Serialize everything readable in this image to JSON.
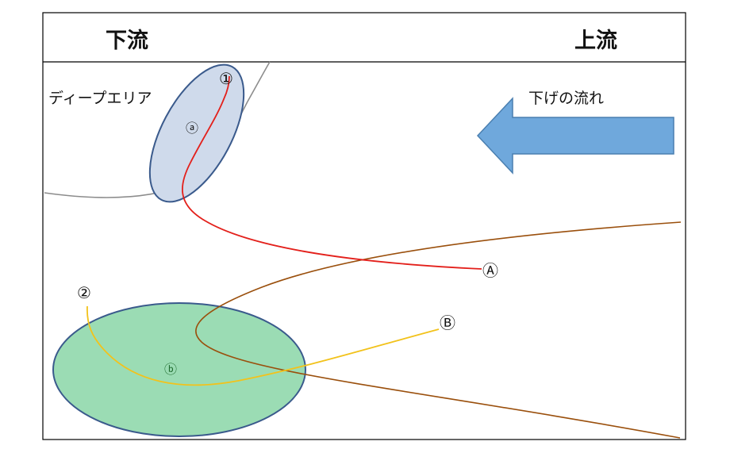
{
  "header": {
    "left_label": "下流",
    "right_label": "上流"
  },
  "labels": {
    "deep_area": "ディープエリア",
    "flow_direction": "下げの流れ"
  },
  "markers": {
    "point_1": "①",
    "point_2": "②",
    "point_a_small": "ⓐ",
    "point_b_small": "ⓑ",
    "point_A": "Ⓐ",
    "point_B": "Ⓑ"
  },
  "colors": {
    "frame": "#000000",
    "contour_gray": "#8c8c8c",
    "contour_brown": "#9a4f0c",
    "red_line": "#e3201b",
    "yellow_line": "#f2c21b",
    "blue_ellipse_fill": "#cfdaeb",
    "blue_ellipse_stroke": "#3a5a8c",
    "green_ellipse_fill": "#9bdcb4",
    "green_ellipse_stroke": "#3a5a8c",
    "arrow_fill": "#6fa8dc",
    "arrow_stroke": "#4a7fb0",
    "green_text": "#1e6b2e"
  }
}
